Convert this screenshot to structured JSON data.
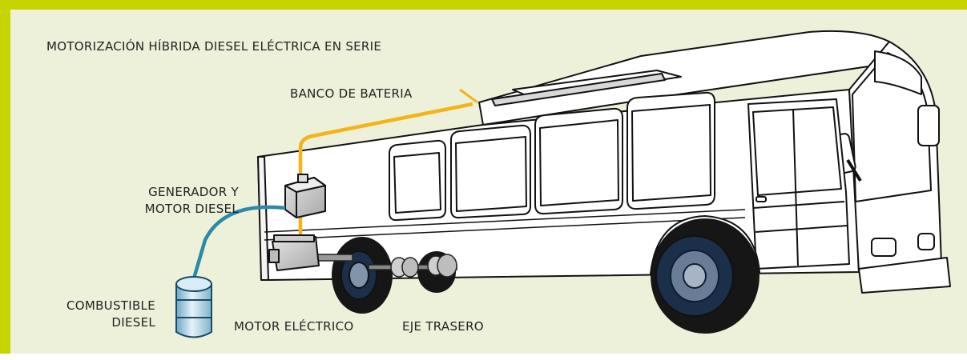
{
  "title": "MOTORIZACIÓN HÍBRIDA DIESEL ELÉCTRICA EN SERIE",
  "labels": {
    "battery_bank": "BANCO DE BATERIA",
    "generator_line1": "GENERADOR Y",
    "generator_line2": "MOTOR DIESEL",
    "fuel_line1": "COMBUSTIBLE",
    "fuel_line2": "DIESEL",
    "electric_motor": "MOTOR ELÉCTRICO",
    "rear_axle": "EJE TRASERO"
  },
  "colors": {
    "frame": "#c8d400",
    "background": "#eef1da",
    "electric_line": "#f2b418",
    "fuel_line": "#2a8aa8"
  }
}
